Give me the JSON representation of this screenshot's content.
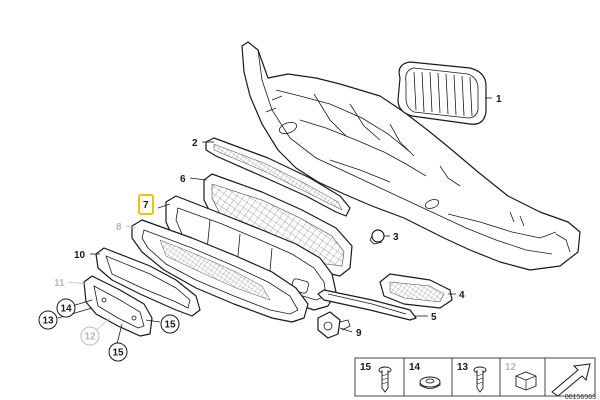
{
  "callouts": {
    "c1": "1",
    "c2": "2",
    "c3": "3",
    "c4": "4",
    "c5": "5",
    "c6": "6",
    "c7": "7",
    "c8": "8",
    "c9": "9",
    "c10": "10",
    "c11": "11"
  },
  "circled": {
    "c12": "12",
    "c13": "13",
    "c14": "14",
    "c15a": "15",
    "c15b": "15"
  },
  "hardware_table": {
    "items": [
      "15",
      "14",
      "13",
      "12"
    ]
  },
  "reference_number": "00156563",
  "colors": {
    "line": "#1a1a1a",
    "highlight": "#f2c200",
    "dimmed": "#b8b8b8"
  }
}
